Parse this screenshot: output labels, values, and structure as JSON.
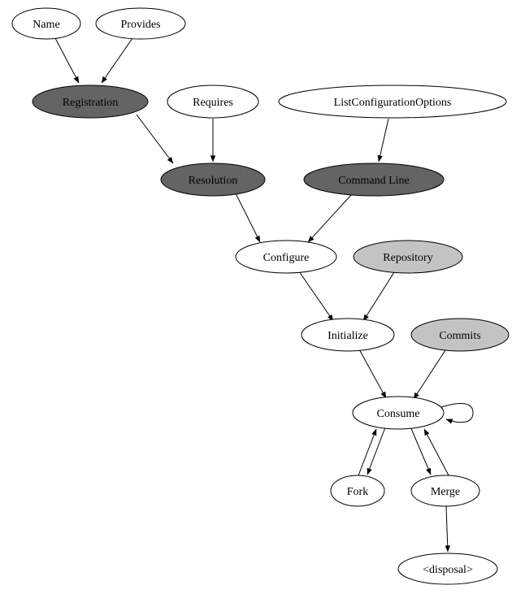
{
  "diagram": {
    "type": "directed-graph",
    "colors": {
      "node_dark": "#646464",
      "node_light": "#c3c3c3",
      "node_white": "#ffffff",
      "edge_stroke": "#000000",
      "text_on_dark": "#ffffff",
      "text_default": "#000000"
    },
    "nodes": {
      "name": {
        "label": "Name"
      },
      "provides": {
        "label": "Provides"
      },
      "registration": {
        "label": "Registration"
      },
      "requires": {
        "label": "Requires"
      },
      "list_configuration_options": {
        "label": "ListConfigurationOptions"
      },
      "resolution": {
        "label": "Resolution"
      },
      "command_line": {
        "label": "Command Line"
      },
      "configure": {
        "label": "Configure"
      },
      "repository": {
        "label": "Repository"
      },
      "initialize": {
        "label": "Initialize"
      },
      "commits": {
        "label": "Commits"
      },
      "consume": {
        "label": "Consume"
      },
      "fork": {
        "label": "Fork"
      },
      "merge": {
        "label": "Merge"
      },
      "disposal": {
        "label": "<disposal>"
      }
    },
    "edges": [
      {
        "from": "Name",
        "to": "Registration"
      },
      {
        "from": "Provides",
        "to": "Registration"
      },
      {
        "from": "Registration",
        "to": "Resolution"
      },
      {
        "from": "Requires",
        "to": "Resolution"
      },
      {
        "from": "ListConfigurationOptions",
        "to": "Command Line"
      },
      {
        "from": "Resolution",
        "to": "Configure"
      },
      {
        "from": "Command Line",
        "to": "Configure"
      },
      {
        "from": "Configure",
        "to": "Initialize"
      },
      {
        "from": "Repository",
        "to": "Initialize"
      },
      {
        "from": "Initialize",
        "to": "Consume"
      },
      {
        "from": "Commits",
        "to": "Consume"
      },
      {
        "from": "Consume",
        "to": "Consume"
      },
      {
        "from": "Consume",
        "to": "Fork"
      },
      {
        "from": "Fork",
        "to": "Consume"
      },
      {
        "from": "Consume",
        "to": "Merge"
      },
      {
        "from": "Merge",
        "to": "Consume"
      },
      {
        "from": "Merge",
        "to": "<disposal>"
      }
    ]
  }
}
